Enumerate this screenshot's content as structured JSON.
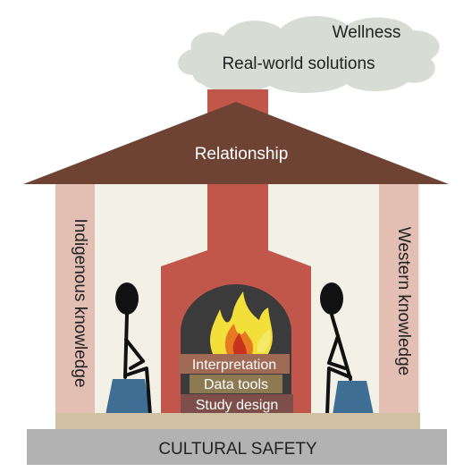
{
  "cloud": {
    "line1": "Wellness",
    "line2": "Real-world solutions"
  },
  "roof": {
    "label": "Relationship"
  },
  "pillars": {
    "left": "Indigenous knowledge",
    "right": "Western knowledge"
  },
  "hearth": {
    "logs": [
      "Interpretation",
      "Data tools",
      "Study design"
    ]
  },
  "foundation": {
    "label": "CULTURAL SAFETY"
  },
  "colors": {
    "cloud": "#d7dcd4",
    "chimney": "#c0574a",
    "roof": "#6e4334",
    "wall": "#f3f1e6",
    "pillar": "#e2bfb2",
    "firebox": "#3b3b3b",
    "log_top": "#a16a55",
    "log_mid": "#8e7a52",
    "log_bottom": "#7e4e4a",
    "floor": "#cfc1a1",
    "foundation": "#b2b2b2",
    "stool": "#3f6e95",
    "figure": "#111111",
    "flame_yellow": "#f2df3a",
    "flame_orange": "#e67a22",
    "flame_red": "#c8331e"
  }
}
